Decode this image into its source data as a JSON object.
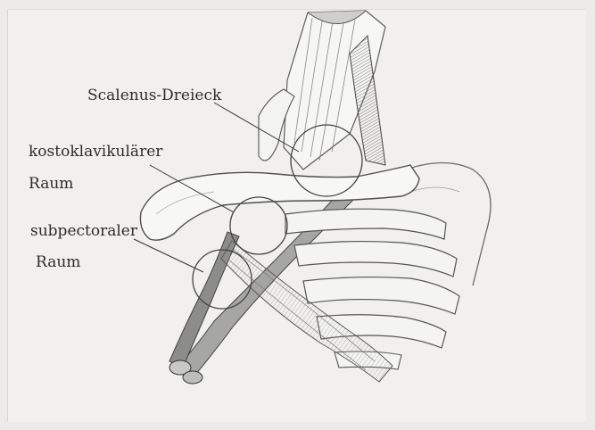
{
  "labels": {
    "scalenus": "Scalenus-Dreieck",
    "costoclavicular_line1": "kostoklavikulärer",
    "costoclavicular_line2": "Raum",
    "subpectoral_line1": "subpectoraler",
    "subpectoral_line2": "Raum"
  }
}
